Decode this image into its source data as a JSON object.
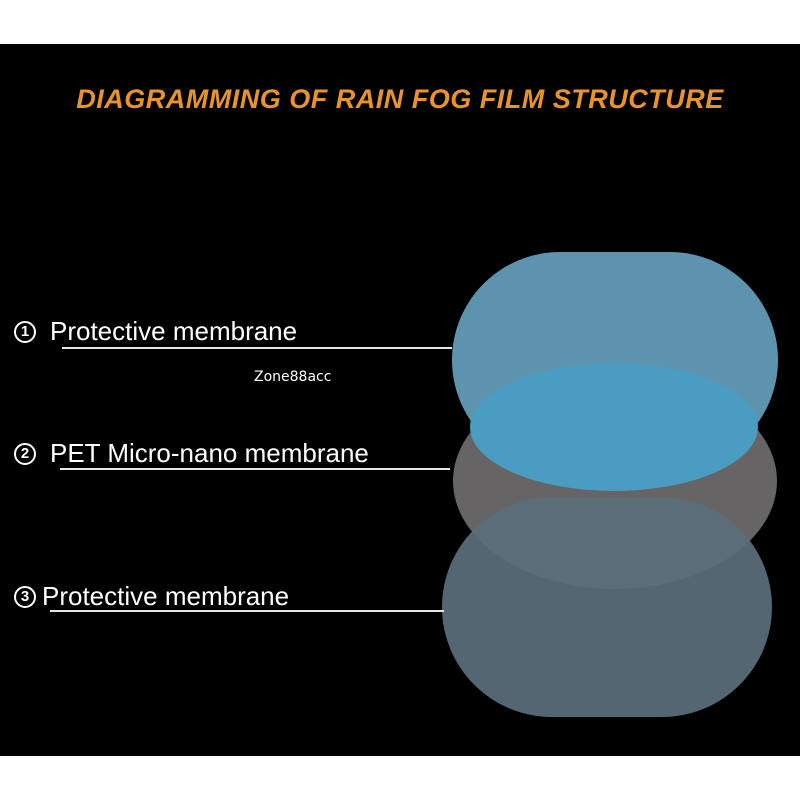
{
  "title": "DIAGRAMMING OF RAIN FOG FILM STRUCTURE",
  "layers": [
    {
      "number": "1",
      "label": "Protective membrane",
      "color": "#5e93ad"
    },
    {
      "number": "2",
      "label": "PET Micro-nano membrane",
      "color": "#6b6969"
    },
    {
      "number": "3",
      "label": "Protective membrane",
      "color": "#5a6e7a"
    }
  ],
  "overlap_color": "#4a9cc0",
  "title_color": "#e8942a",
  "watermark": "Zone88acc"
}
